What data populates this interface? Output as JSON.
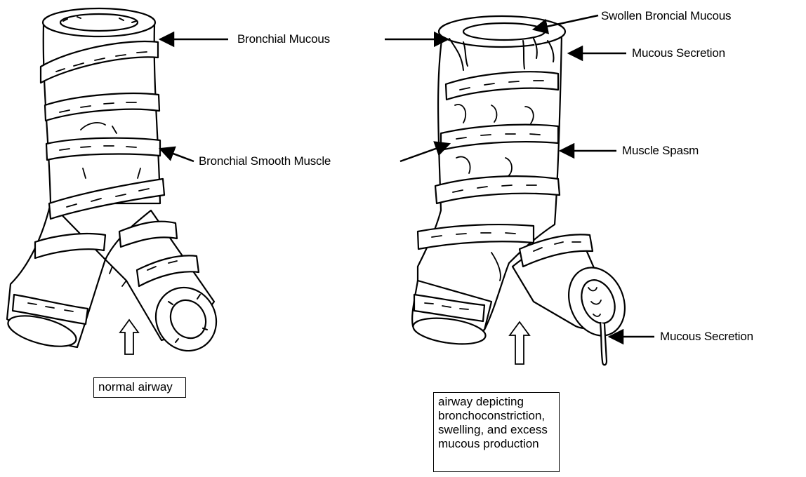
{
  "labels": {
    "bronchial_mucous": "Bronchial Mucous",
    "bronchial_smooth_muscle": "Bronchial Smooth Muscle",
    "swollen_bronchial_mucous": "Swollen Broncial Mucous",
    "mucous_secretion_top": "Mucous Secretion",
    "muscle_spasm": "Muscle Spasm",
    "mucous_secretion_bottom": "Mucous Secretion"
  },
  "captions": {
    "normal": "normal airway",
    "asthma_lines": [
      "airway depicting",
      "bronchoconstriction,",
      "swelling, and excess",
      "mucous production"
    ]
  }
}
